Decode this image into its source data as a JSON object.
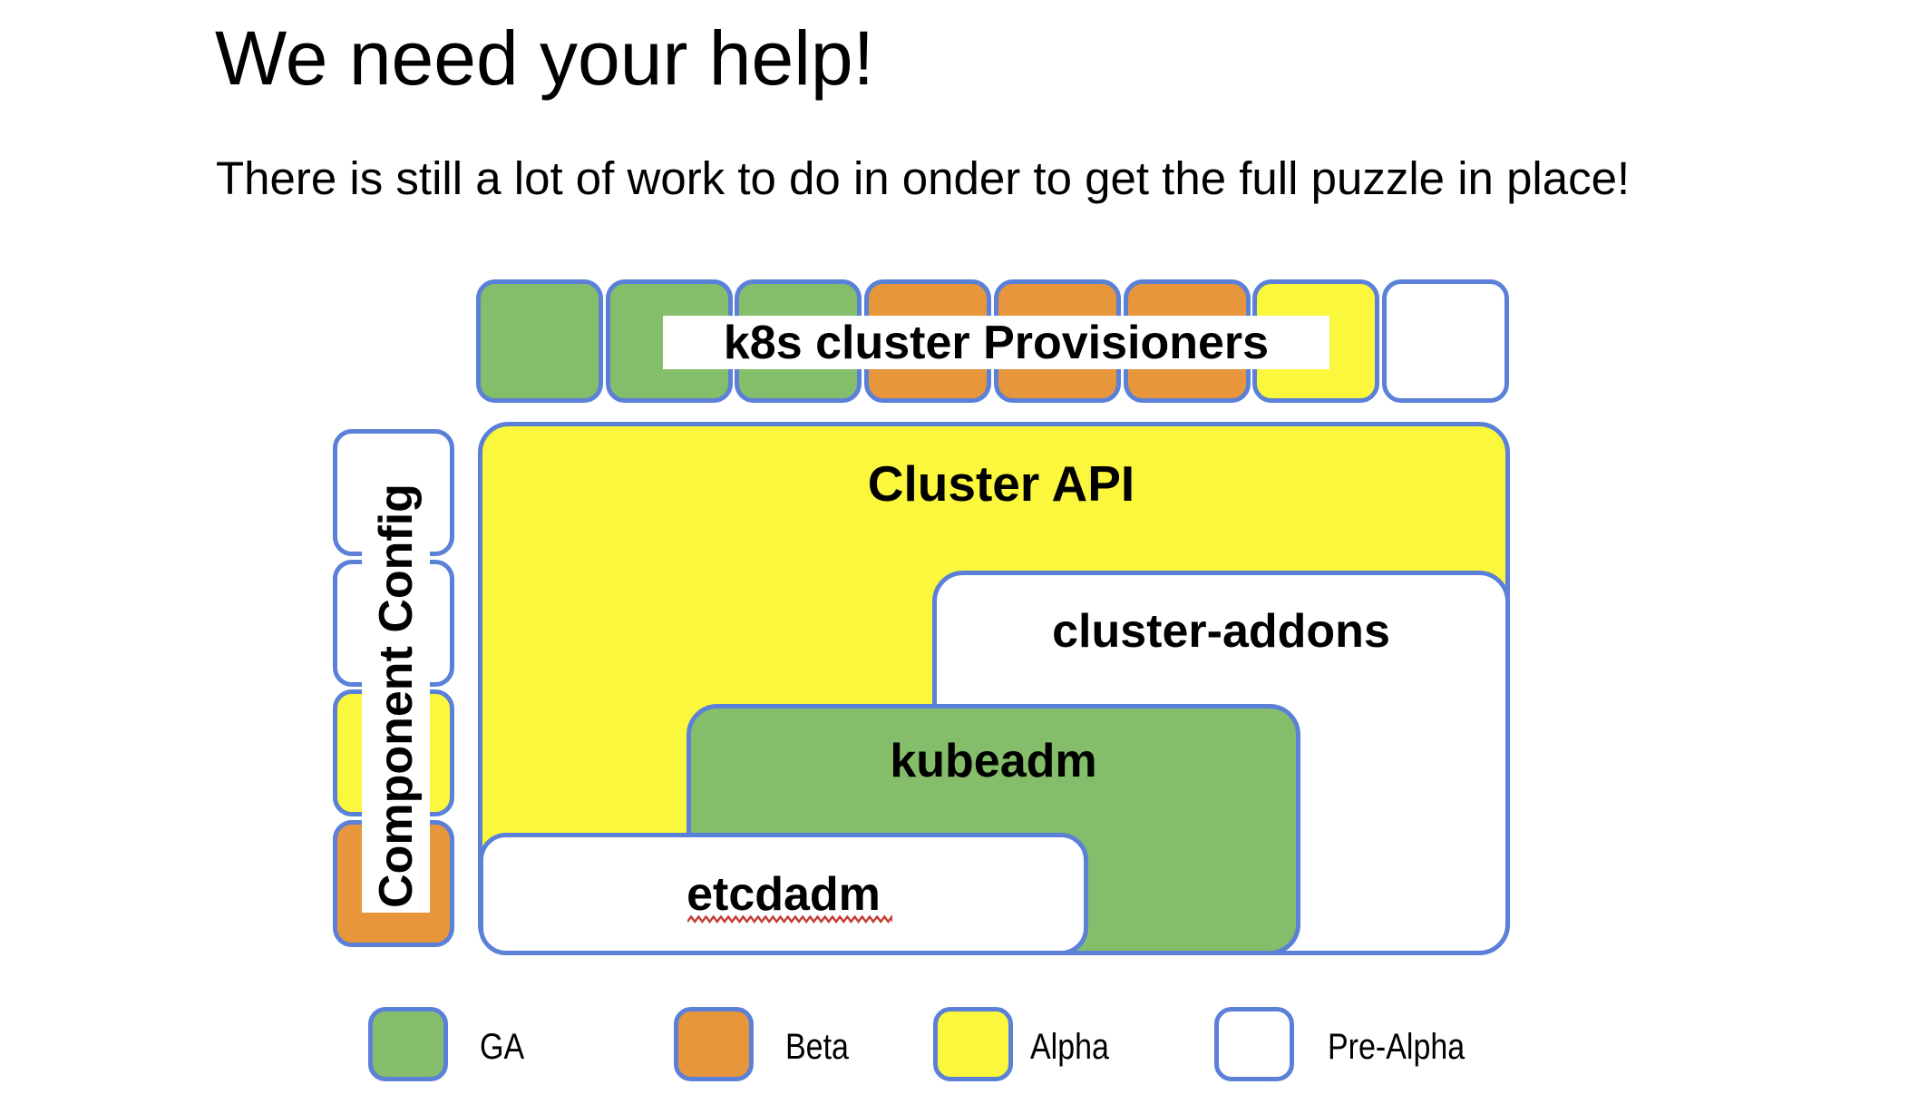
{
  "slide": {
    "title": "We need your help!",
    "subtitle": "There is still a lot of work to do in onder to get the full puzzle in place!"
  },
  "diagram": {
    "provisioners_row": {
      "label": "k8s cluster Provisioners",
      "pieces": [
        "ga",
        "ga",
        "ga",
        "beta",
        "beta",
        "beta",
        "alpha",
        "prealpha"
      ]
    },
    "component_config": {
      "label": "Component Config",
      "pieces": [
        "prealpha",
        "prealpha",
        "alpha",
        "beta"
      ]
    },
    "boxes": {
      "cluster_api": {
        "label": "Cluster API",
        "status": "alpha"
      },
      "cluster_addons": {
        "label": "cluster-addons",
        "status": "prealpha"
      },
      "kubeadm": {
        "label": "kubeadm",
        "status": "ga"
      },
      "etcdadm": {
        "label": "etcdadm",
        "status": "prealpha",
        "spellcheck_underline": true
      }
    }
  },
  "legend": {
    "items": [
      {
        "label": "GA",
        "status": "ga"
      },
      {
        "label": "Beta",
        "status": "beta"
      },
      {
        "label": "Alpha",
        "status": "alpha"
      },
      {
        "label": "Pre-Alpha",
        "status": "prealpha"
      }
    ]
  },
  "colors": {
    "ga": "#85be6b",
    "beta": "#e8963b",
    "alpha": "#fbf73d",
    "prealpha": "#ffffff",
    "border": "#5b80d8",
    "text": "#000000",
    "spellcheck": "#c43c33",
    "background": "#ffffff"
  }
}
